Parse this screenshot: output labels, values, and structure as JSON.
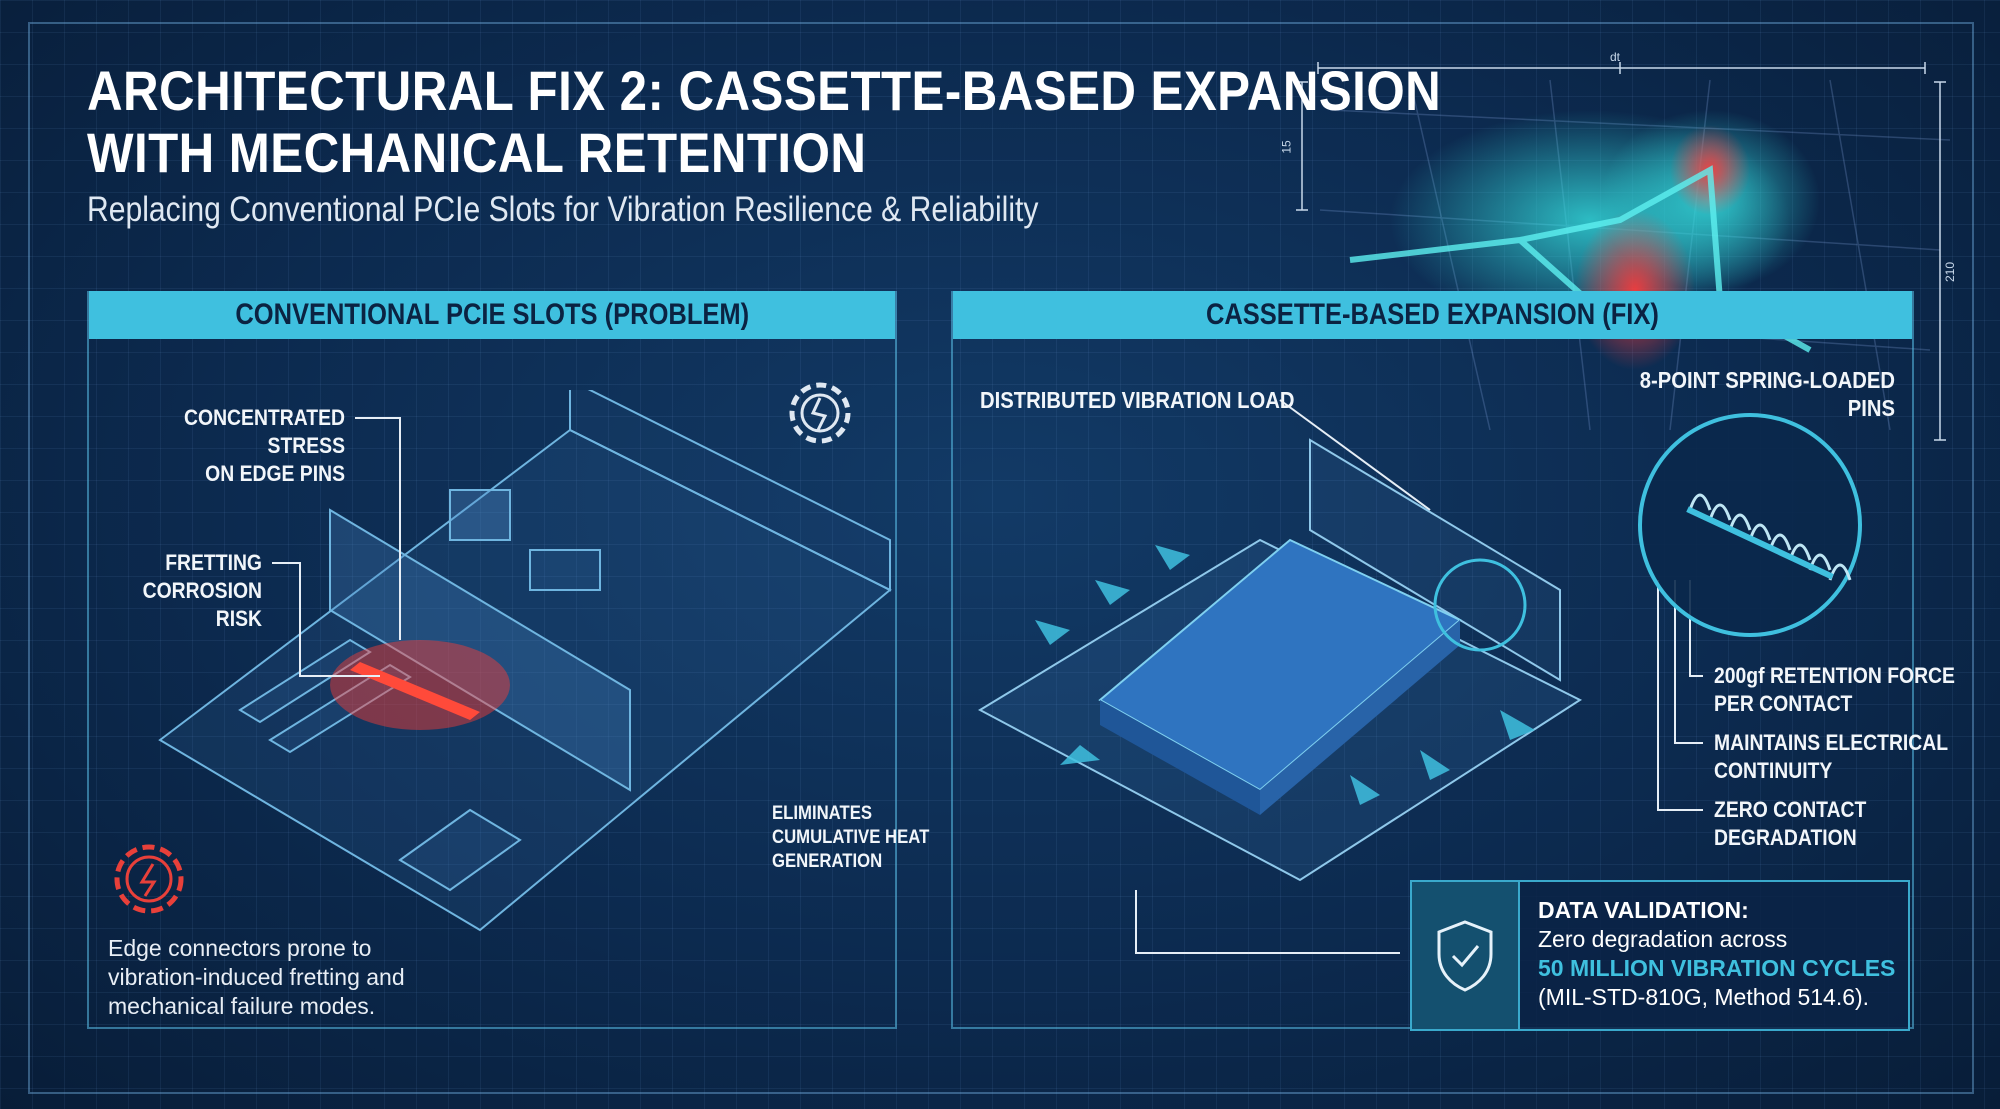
{
  "header": {
    "title_line1": "ARCHITECTURAL FIX 2: CASSETTE-BASED EXPANSION",
    "title_line2": "WITH MECHANICAL RETENTION",
    "subtitle": "Replacing Conventional PCIe Slots for Vibration Resilience & Reliability"
  },
  "heatmap": {
    "dim_top": "dt",
    "dim_left": "15",
    "dim_right": "210"
  },
  "left_panel": {
    "heading": "CONVENTIONAL PCIE SLOTS (PROBLEM)",
    "callout_stress": [
      "CONCENTRATED STRESS",
      "ON EDGE PINS"
    ],
    "callout_fretting": [
      "FRETTING",
      "CORROSION",
      "RISK"
    ],
    "callout_heat": [
      "ELIMINATES",
      "CUMULATIVE HEAT",
      "GENERATION"
    ],
    "description": [
      "Edge connectors prone to",
      "vibration-induced fretting and",
      "mechanical failure modes."
    ]
  },
  "right_panel": {
    "heading": "CASSETTE-BASED EXPANSION (FIX)",
    "callout_load": "DISTRIBUTED VIBRATION LOAD",
    "callout_pins": "8-POINT SPRING-LOADED PINS",
    "callout_force": [
      "200gf RETENTION FORCE",
      "PER CONTACT"
    ],
    "callout_continuity": [
      "MAINTAINS ELECTRICAL",
      "CONTINUITY"
    ],
    "callout_zero": [
      "ZERO CONTACT",
      "DEGRADATION"
    ]
  },
  "validation": {
    "title": "DATA VALIDATION:",
    "line1": "Zero degradation across",
    "highlight": "50 MILLION VIBRATION CYCLES",
    "line3": "(MIL-STD-810G, Method 514.6)."
  },
  "colors": {
    "accent": "#3fc0df",
    "alert": "#e8403a",
    "background": "#0c2a4f"
  }
}
